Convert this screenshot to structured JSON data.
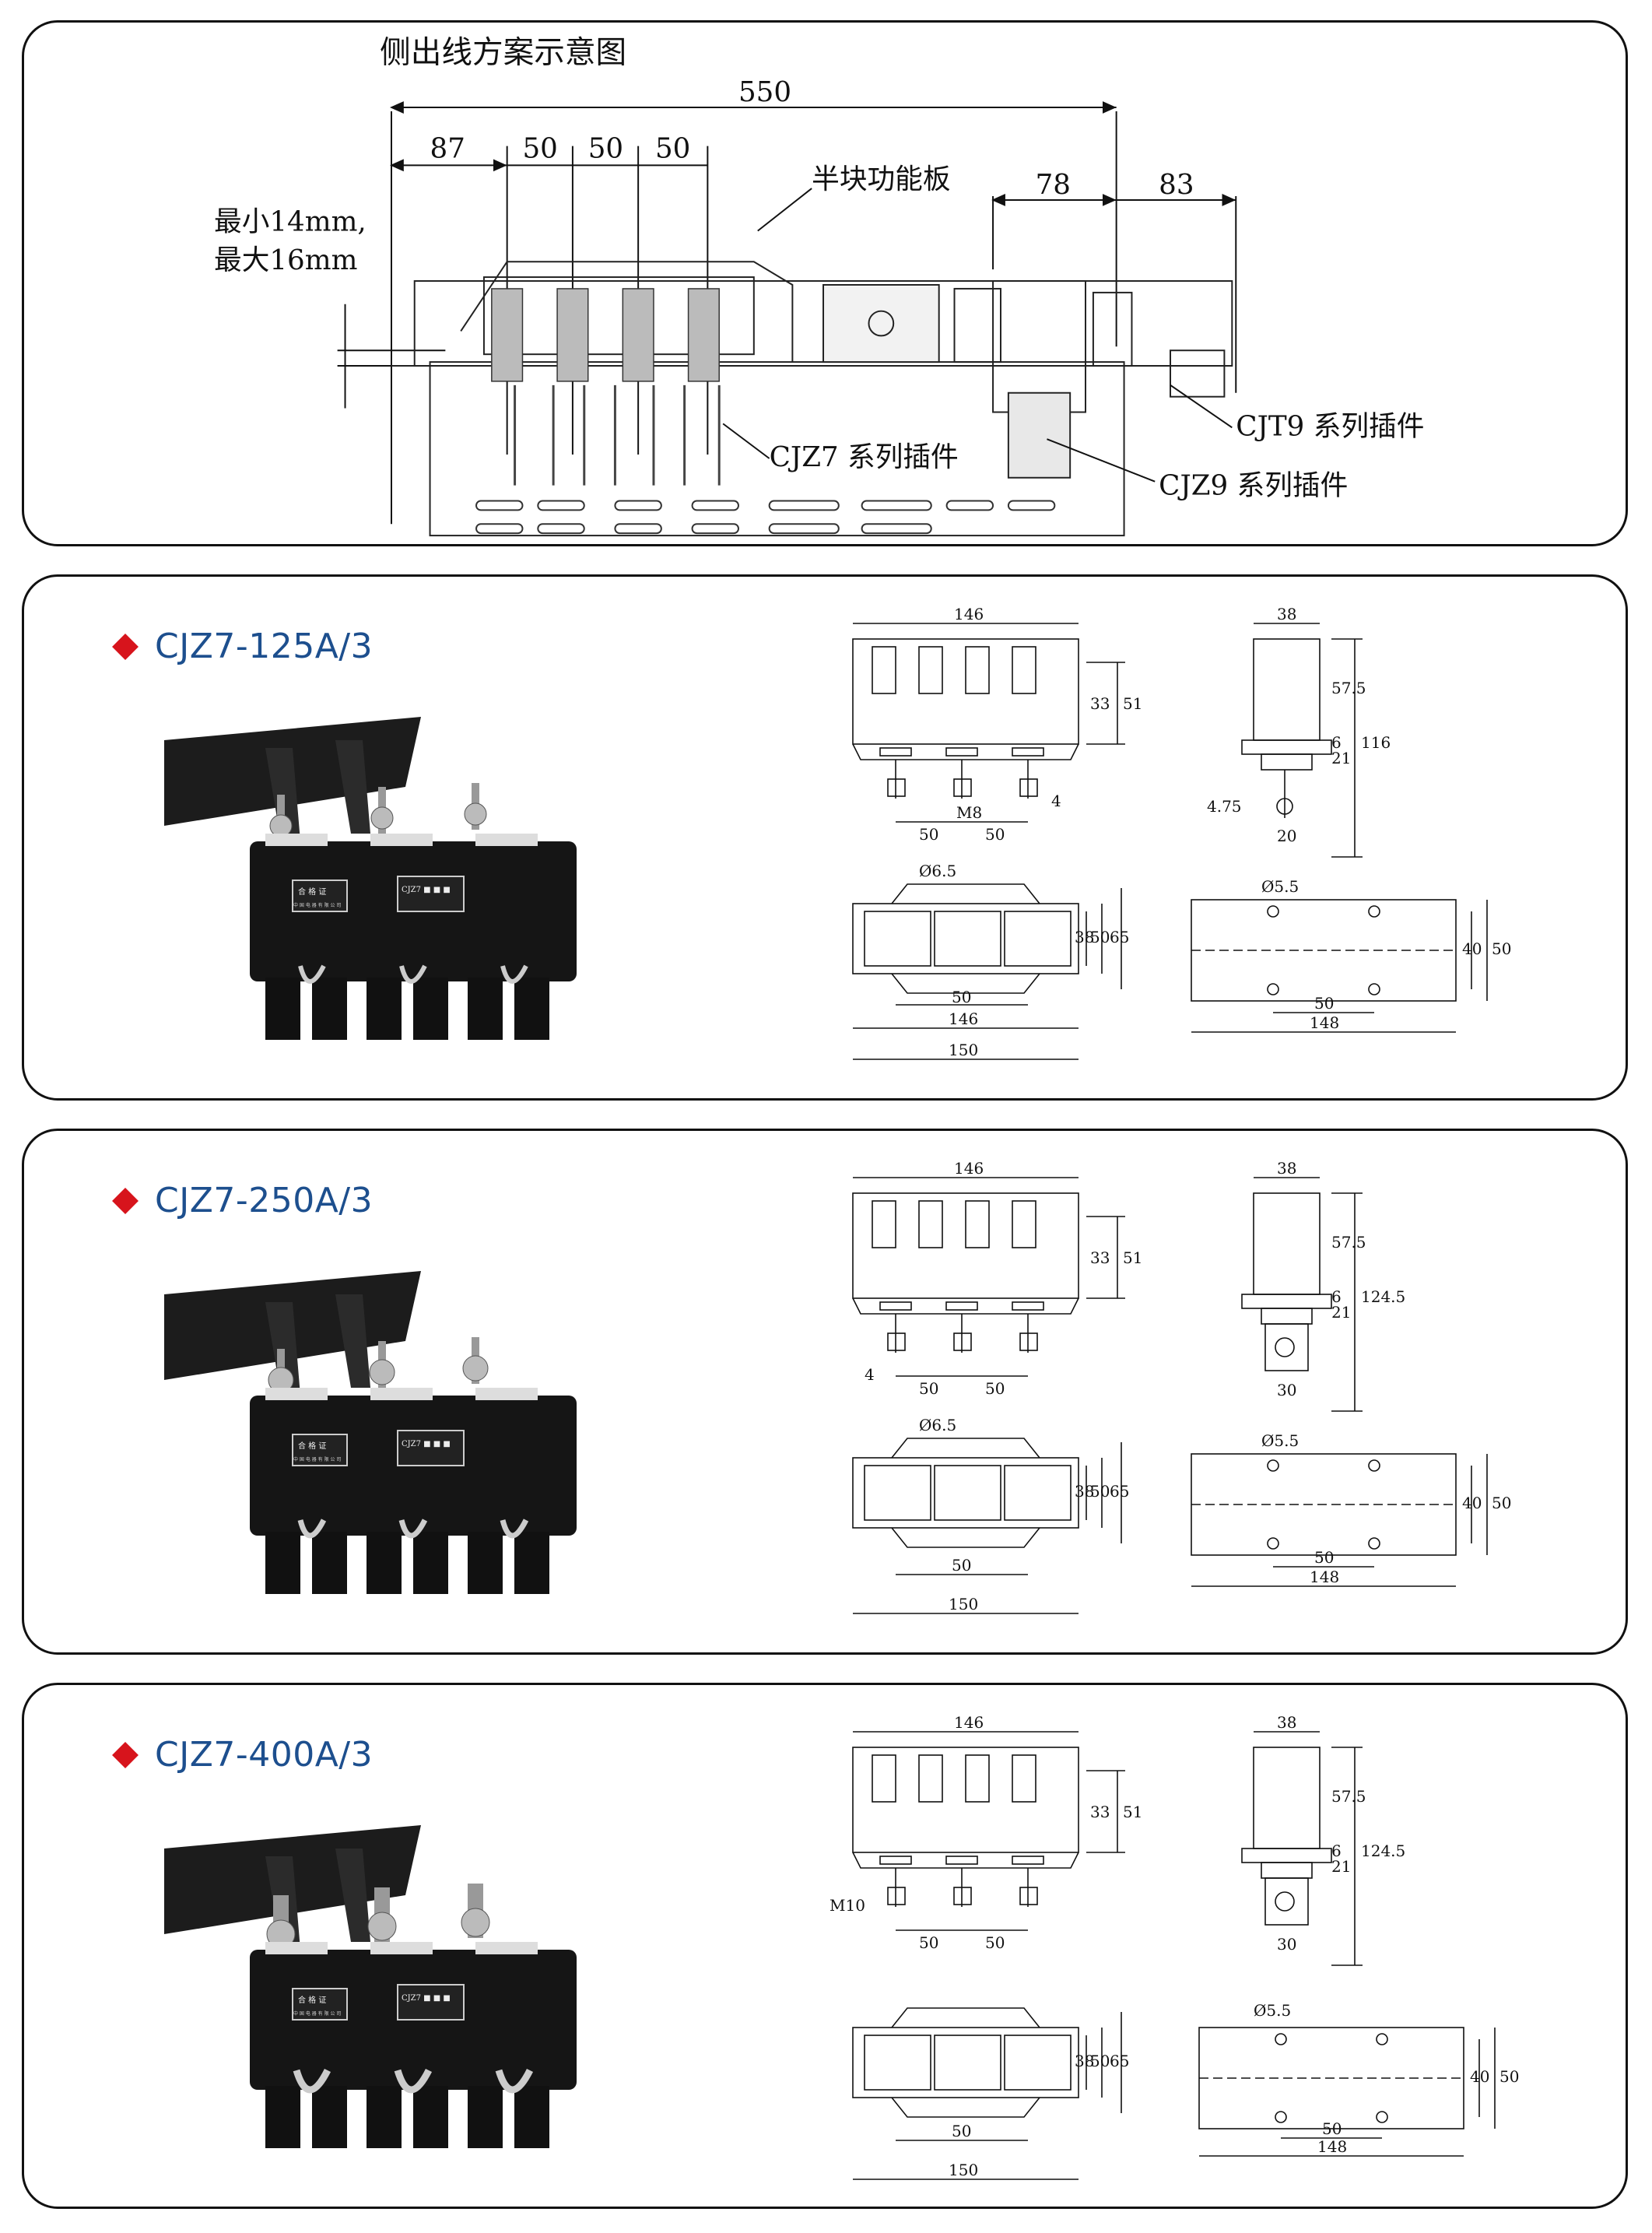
{
  "overview": {
    "title": "侧出线方案示意图",
    "dims": {
      "total": "550",
      "d87": "87",
      "d50a": "50",
      "d50b": "50",
      "d50c": "50",
      "d78": "78",
      "d83": "83"
    },
    "gap_line1": "最小14mm,",
    "gap_line2": "最大16mm",
    "label_half_board": "半块功能板",
    "label_cjz7": "CJZ7 系列插件",
    "label_cjt9": "CJT9 系列插件",
    "label_cjz9": "CJZ9 系列插件"
  },
  "products": [
    {
      "title": "CJZ7-125A/3",
      "front": {
        "width": "146",
        "h1": "33",
        "h2": "51",
        "p1": "50",
        "p2": "50",
        "bolt": "M8",
        "small": "4"
      },
      "side": {
        "top": "38",
        "h1": "57.5",
        "h2": "21",
        "h3": "6",
        "total": "116",
        "offset": "4.75",
        "base": "20"
      },
      "plan": {
        "hole": "Ø6.5",
        "h1": "38",
        "h2": "50",
        "h3": "65",
        "pitch": "50",
        "w1": "146",
        "w2": "150"
      },
      "cutout": {
        "hole": "Ø5.5",
        "h1": "40",
        "h2": "50",
        "pitch": "50",
        "width": "148"
      },
      "photo": {
        "label_cert": "合 格 证",
        "label_name": "CJZ7 ■ ■ ■",
        "company": "中 国 电 器 有 限 公 司"
      }
    },
    {
      "title": "CJZ7-250A/3",
      "front": {
        "width": "146",
        "h1": "33",
        "h2": "51",
        "p1": "50",
        "p2": "50",
        "small": "4"
      },
      "side": {
        "top": "38",
        "h1": "57.5",
        "h2": "21",
        "h3": "6",
        "total": "124.5",
        "base": "30"
      },
      "plan": {
        "hole": "Ø6.5",
        "h1": "38",
        "h2": "50",
        "h3": "65",
        "pitch": "50",
        "w2": "150"
      },
      "cutout": {
        "hole": "Ø5.5",
        "h1": "40",
        "h2": "50",
        "pitch": "50",
        "width": "148"
      },
      "photo": {
        "label_cert": "合 格 证",
        "label_name": "CJZ7 ■ ■ ■",
        "company": "中 国 电 器 有 限 公 司"
      }
    },
    {
      "title": "CJZ7-400A/3",
      "front": {
        "width": "146",
        "h1": "33",
        "h2": "51",
        "p1": "50",
        "p2": "50",
        "bolt": "M10"
      },
      "side": {
        "top": "38",
        "h1": "57.5",
        "h2": "21",
        "h3": "6",
        "total": "124.5",
        "base": "30"
      },
      "plan": {
        "h1": "38",
        "h2": "50",
        "h3": "65",
        "pitch": "50",
        "w2": "150"
      },
      "cutout": {
        "hole": "Ø5.5",
        "h1": "40",
        "h2": "50",
        "pitch": "50",
        "width": "148"
      },
      "photo": {
        "label_cert": "合 格 证",
        "label_name": "CJZ7 ■ ■ ■",
        "company": "中 国 电 器 有 限 公 司"
      }
    }
  ]
}
